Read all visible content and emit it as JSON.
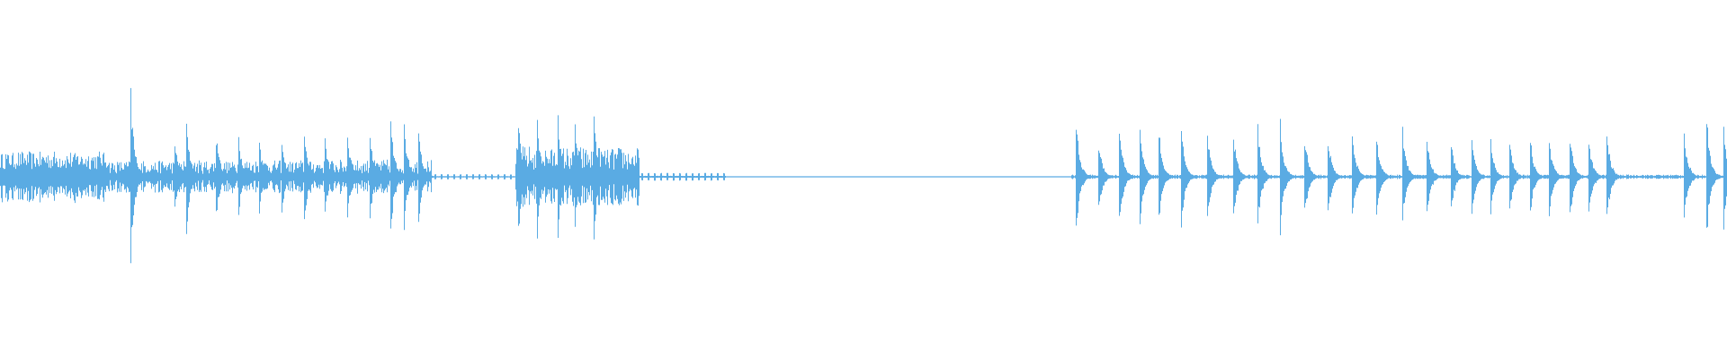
{
  "waveform": {
    "color": "#5aabe3",
    "background": "#ffffff",
    "segments": [
      {
        "start": 0.0,
        "end": 0.063,
        "level": 0.16,
        "style": "dense"
      },
      {
        "start": 0.063,
        "end": 0.25,
        "level": 0.18,
        "style": "dense-transients"
      },
      {
        "start": 0.25,
        "end": 0.298,
        "level": 0.02,
        "style": "pulses"
      },
      {
        "start": 0.298,
        "end": 0.37,
        "level": 0.24,
        "style": "decaying-transients"
      },
      {
        "start": 0.37,
        "end": 0.42,
        "level": 0.03,
        "style": "pulses"
      },
      {
        "start": 0.42,
        "end": 0.62,
        "level": 0.004,
        "style": "flat"
      },
      {
        "start": 0.62,
        "end": 1.0,
        "level": 0.02,
        "style": "transients"
      }
    ],
    "transients": [
      {
        "t": 0.0755,
        "amp": 0.73
      },
      {
        "t": 0.101,
        "amp": 0.31
      },
      {
        "t": 0.108,
        "amp": 0.49
      },
      {
        "t": 0.125,
        "amp": 0.38
      },
      {
        "t": 0.138,
        "amp": 0.34
      },
      {
        "t": 0.15,
        "amp": 0.3
      },
      {
        "t": 0.163,
        "amp": 0.32
      },
      {
        "t": 0.176,
        "amp": 0.38
      },
      {
        "t": 0.188,
        "amp": 0.33
      },
      {
        "t": 0.201,
        "amp": 0.4
      },
      {
        "t": 0.214,
        "amp": 0.36
      },
      {
        "t": 0.226,
        "amp": 0.49
      },
      {
        "t": 0.234,
        "amp": 0.47
      },
      {
        "t": 0.242,
        "amp": 0.4
      },
      {
        "t": 0.3,
        "amp": 0.51
      },
      {
        "t": 0.311,
        "amp": 0.52
      },
      {
        "t": 0.323,
        "amp": 0.53
      },
      {
        "t": 0.333,
        "amp": 0.48
      },
      {
        "t": 0.344,
        "amp": 0.52
      },
      {
        "t": 0.623,
        "amp": 0.5
      },
      {
        "t": 0.636,
        "amp": 0.33
      },
      {
        "t": 0.648,
        "amp": 0.45
      },
      {
        "t": 0.66,
        "amp": 0.4
      },
      {
        "t": 0.671,
        "amp": 0.39
      },
      {
        "t": 0.684,
        "amp": 0.44
      },
      {
        "t": 0.699,
        "amp": 0.4
      },
      {
        "t": 0.714,
        "amp": 0.38
      },
      {
        "t": 0.728,
        "amp": 0.43
      },
      {
        "t": 0.741,
        "amp": 0.46
      },
      {
        "t": 0.755,
        "amp": 0.39
      },
      {
        "t": 0.769,
        "amp": 0.36
      },
      {
        "t": 0.783,
        "amp": 0.41
      },
      {
        "t": 0.797,
        "amp": 0.4
      },
      {
        "t": 0.812,
        "amp": 0.42
      },
      {
        "t": 0.826,
        "amp": 0.37
      },
      {
        "t": 0.84,
        "amp": 0.31
      },
      {
        "t": 0.852,
        "amp": 0.32
      },
      {
        "t": 0.863,
        "amp": 0.31
      },
      {
        "t": 0.874,
        "amp": 0.34
      },
      {
        "t": 0.886,
        "amp": 0.33
      },
      {
        "t": 0.897,
        "amp": 0.34
      },
      {
        "t": 0.909,
        "amp": 0.38
      },
      {
        "t": 0.92,
        "amp": 0.36
      },
      {
        "t": 0.93,
        "amp": 0.42
      },
      {
        "t": 0.975,
        "amp": 0.42
      },
      {
        "t": 0.988,
        "amp": 0.52
      },
      {
        "t": 0.998,
        "amp": 0.45
      }
    ]
  }
}
